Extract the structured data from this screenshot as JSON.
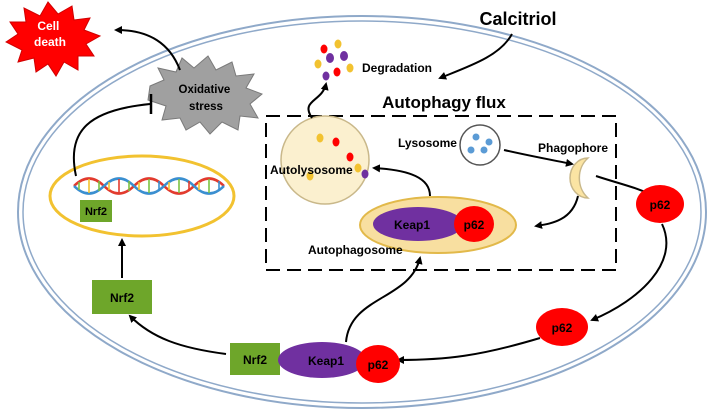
{
  "diagram": {
    "labels": {
      "cell_death": [
        "Cell",
        "death"
      ],
      "oxidative_stress": [
        "Oxidative",
        "stress"
      ],
      "calcitriol": "Calcitriol",
      "degradation": "Degradation",
      "autophagy_flux": "Autophagy flux",
      "lysosome": "Lysosome",
      "phagophore": "Phagophore",
      "autolysosome": "Autolysosome",
      "autophagosome": "Autophagosome",
      "nrf2": "Nrf2",
      "keap1": "Keap1",
      "p62": "p62"
    },
    "colors": {
      "cell_membrane": "#8fa9c9",
      "cell_fill": "#ffffff",
      "nucleus_ring": "#f2c230",
      "vesicle_fill": "#fbf0cf",
      "vesicle_stroke": "#c9b88a",
      "autophagosome_fill": "#f8dfa0",
      "autophagosome_stroke": "#e2b94a",
      "nrf2_green": "#6ea62a",
      "keap1_purple": "#7030a0",
      "p62_red": "#ff0000",
      "cell_death_red": "#ff0000",
      "oxidative_gray": "#9e9e9e",
      "lysosome_dot": "#5b9bd5",
      "arrow": "#000000"
    },
    "icons": [
      "starburst-icon",
      "dna-helix-icon",
      "degradation-dots-icon",
      "lysosome-dots-icon"
    ]
  }
}
